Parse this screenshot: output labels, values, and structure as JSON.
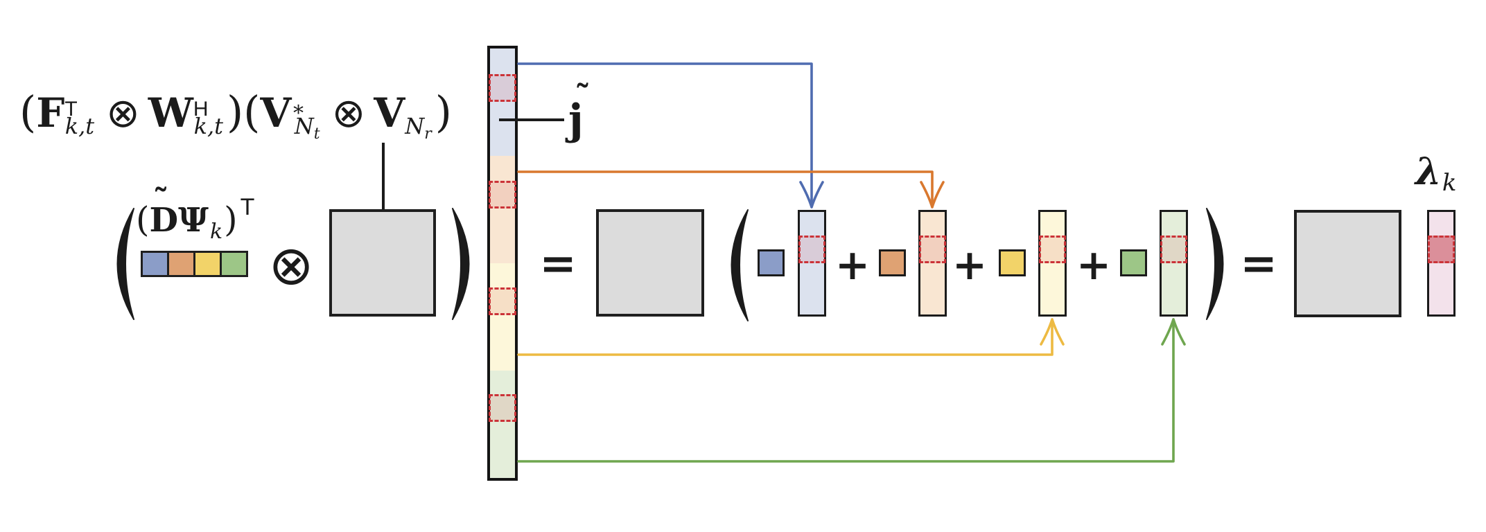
{
  "colors": {
    "page_bg": "#ffffff",
    "ink": "#1b1b1b",
    "blue": "#8b9dc8",
    "orange": "#dfa273",
    "yellow": "#f2d369",
    "green": "#9dc687",
    "light_blue": "#dce2ee",
    "light_orange": "#f9e6d2",
    "light_yellow": "#fdf7da",
    "light_green": "#e4eeda",
    "light_pink": "#f3e2eb",
    "red_tint": "rgba(200,60,70,0.13)",
    "lambda_red": "#db8f9a",
    "red_dash": "#cb3338",
    "gray_fill": "#dcdcdc",
    "arrow_blue": "#4f6cb0",
    "arrow_orange": "#d9782e",
    "arrow_yellow": "#edba42",
    "arrow_green": "#6fa64f"
  },
  "eq_top": {
    "open": "(",
    "F": "F",
    "F_sup": "T",
    "F_sub": "k,t",
    "otimes": "⊗",
    "W": "W",
    "W_sup": "H",
    "W_sub": "k,t",
    "mid": ")(",
    "V1": "V",
    "V1_sup": "∗",
    "V1_subN": "N",
    "V1_subsub": "t",
    "V2": "V",
    "V2_subN": "N",
    "V2_subsub": "r",
    "close": ")"
  },
  "dpsi": {
    "open": "(",
    "D": "D",
    "tilde": "˜",
    "Psi": "Ψ",
    "sub": "k",
    "close": ")",
    "sup": "T"
  },
  "jvec": {
    "tilde": "˜",
    "base": "j",
    "segments": [
      "blue",
      "orange",
      "yellow",
      "green"
    ]
  },
  "lambda": {
    "base": "λ",
    "sub": "k"
  },
  "operators": {
    "equals": "=",
    "plus": "+",
    "otimes": "⊗"
  },
  "structure": {
    "sum_terms": [
      {
        "scalar": "blue",
        "column": "light_blue"
      },
      {
        "scalar": "orange",
        "column": "light_orange"
      },
      {
        "scalar": "yellow",
        "column": "light_yellow"
      },
      {
        "scalar": "green",
        "column": "light_green"
      }
    ],
    "result_column": "light_pink"
  }
}
